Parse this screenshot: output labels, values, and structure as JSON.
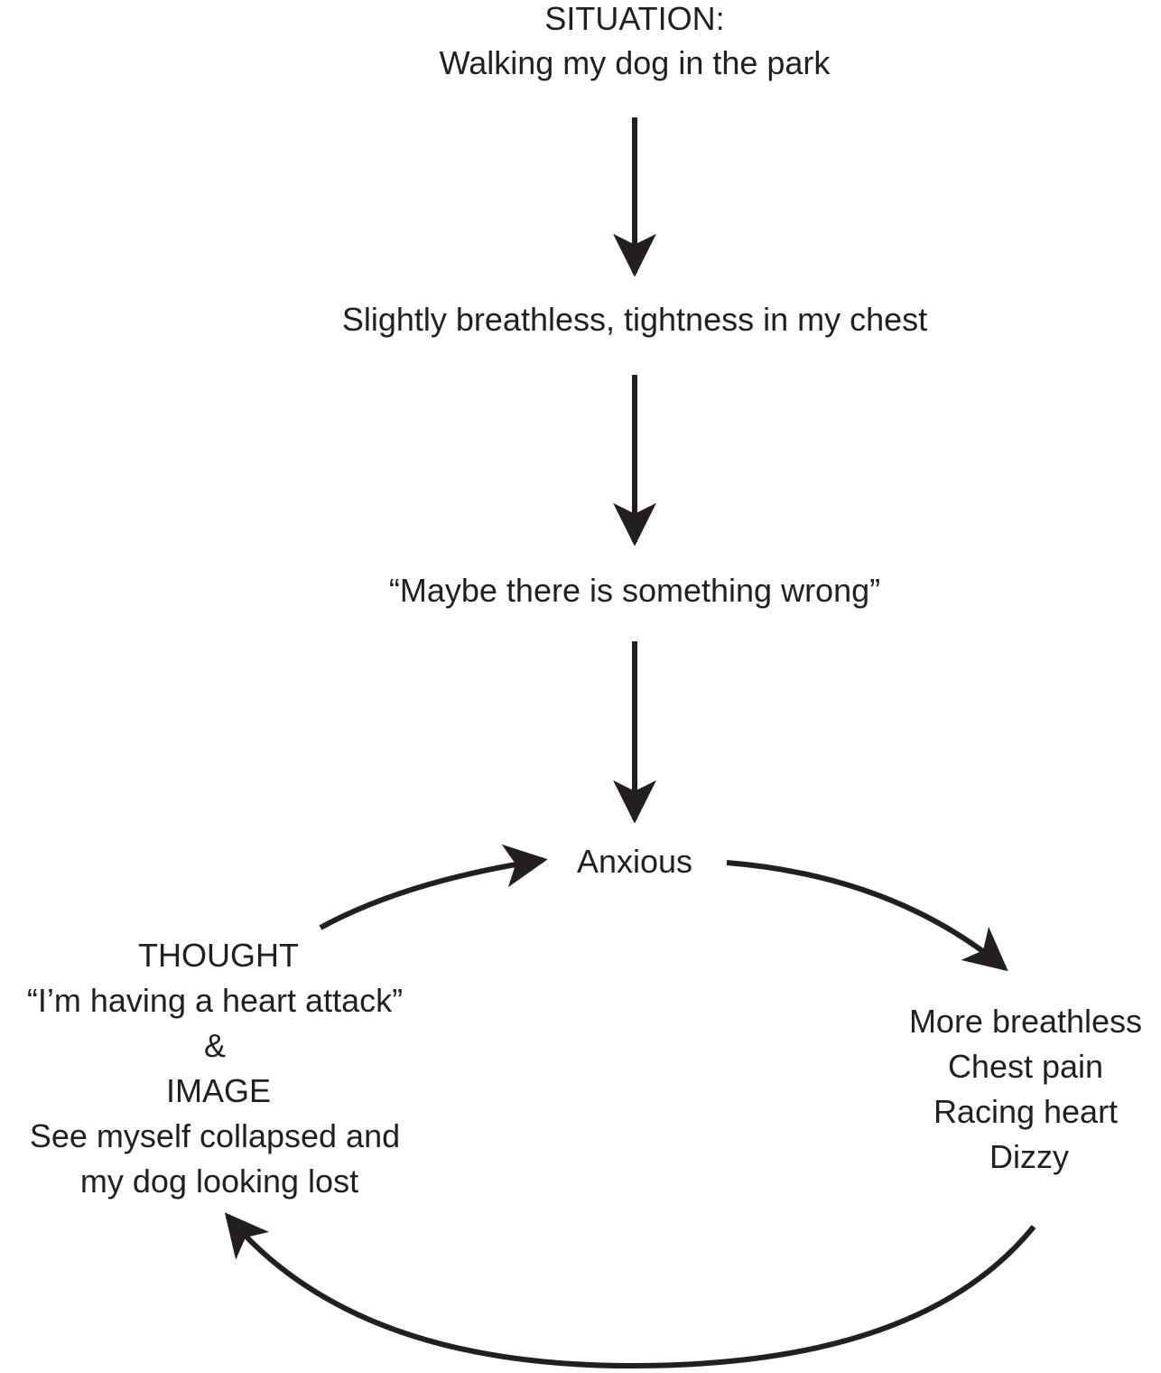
{
  "situation": {
    "label": "SITUATION:",
    "text": "Walking my dog in the park"
  },
  "sensation": "Slightly breathless, tightness in my chest",
  "initial_thought": "“Maybe there is something wrong”",
  "emotion": "Anxious",
  "symptoms": [
    "More breathless",
    "Chest pain",
    "Racing heart",
    "Dizzy"
  ],
  "catastrophic": {
    "thought_label": "THOUGHT",
    "thought_text": "“I’m having a heart attack”",
    "ampersand": "&",
    "image_label": "IMAGE",
    "image_text_line1": "See myself collapsed and",
    "image_text_line2": "my dog looking lost"
  },
  "colors": {
    "ink": "#231f20",
    "background": "#ffffff"
  }
}
